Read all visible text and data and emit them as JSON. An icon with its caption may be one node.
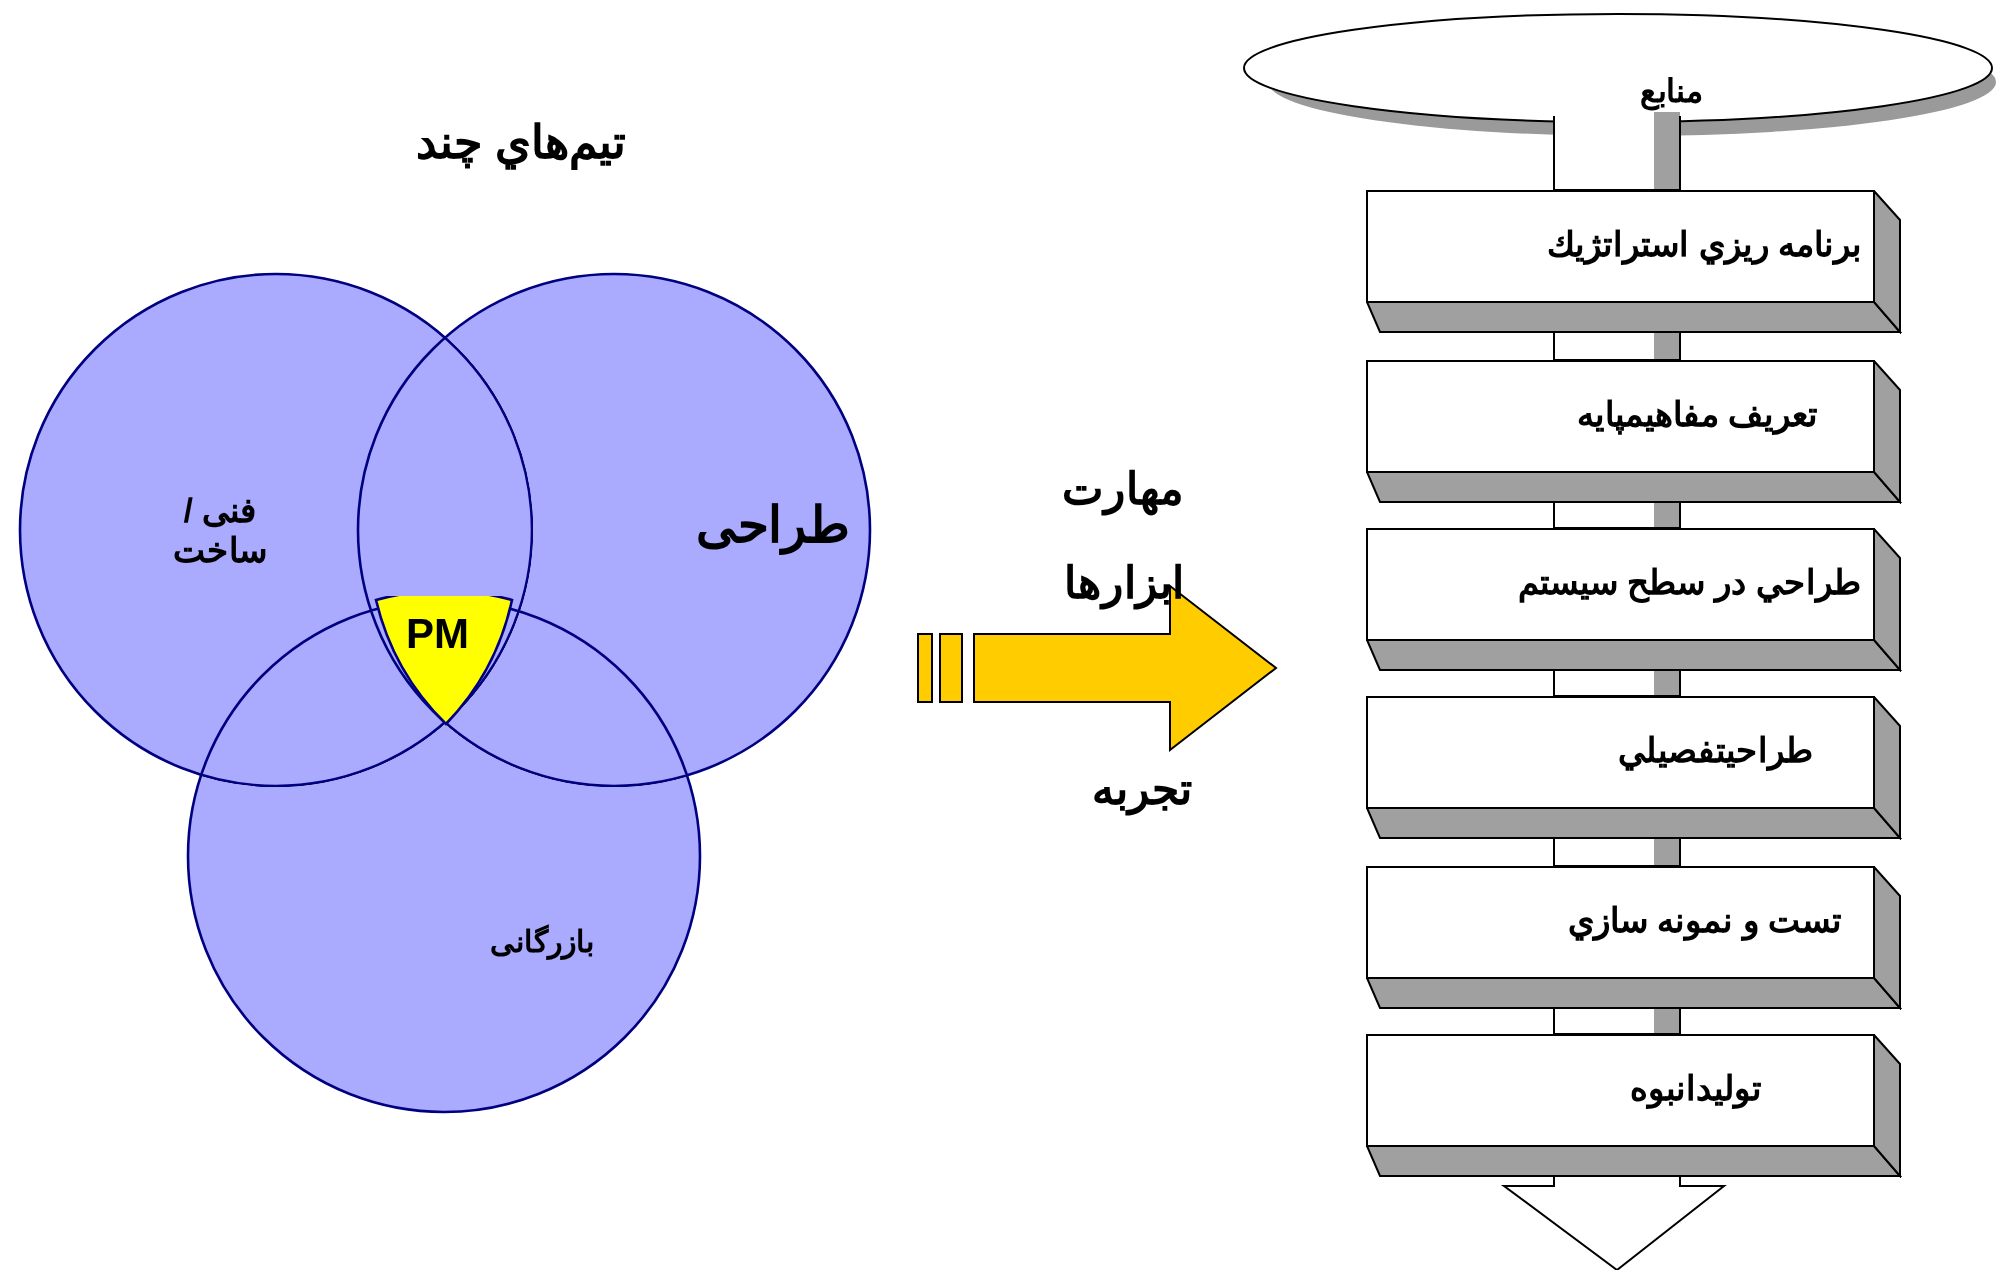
{
  "diagram": {
    "title": "تیم‌هاي چند",
    "nodes": [
      {
        "text": [
          "فنی / ساخت"
        ]
      },
      {
        "text": [
          "طراحی"
        ]
      },
      {
        "text": [
          "بازرگانی"
        ]
      },
      {
        "text": [
          "PM"
        ]
      },
      {
        "text": [
          "منابع"
        ]
      },
      {
        "text": [
          "برنامه ريزي   استراتژيك"
        ]
      },
      {
        "text": [
          "تعريف مفاهيمپايه"
        ]
      },
      {
        "text": [
          "طراحي در سطح سيستم"
        ]
      },
      {
        "text": [
          "طراحيتفصيلي"
        ]
      },
      {
        "text": [
          "تست و نمونه سازي"
        ]
      },
      {
        "text": [
          "توليدانبوه"
        ]
      }
    ],
    "edges": [
      {
        "from": 4,
        "to": 5,
        "arrow": "none"
      },
      {
        "from": 5,
        "to": 6,
        "arrow": "none"
      },
      {
        "from": 6,
        "to": 7,
        "arrow": "none"
      },
      {
        "from": 7,
        "to": 8,
        "arrow": "none"
      },
      {
        "from": 8,
        "to": 9,
        "arrow": "none"
      },
      {
        "from": 9,
        "to": 10,
        "arrow": "none"
      },
      {
        "from": 10,
        "to": null,
        "arrow": "to"
      }
    ],
    "labels": [
      "مهارت",
      "ابزارها",
      "تجربه"
    ]
  }
}
